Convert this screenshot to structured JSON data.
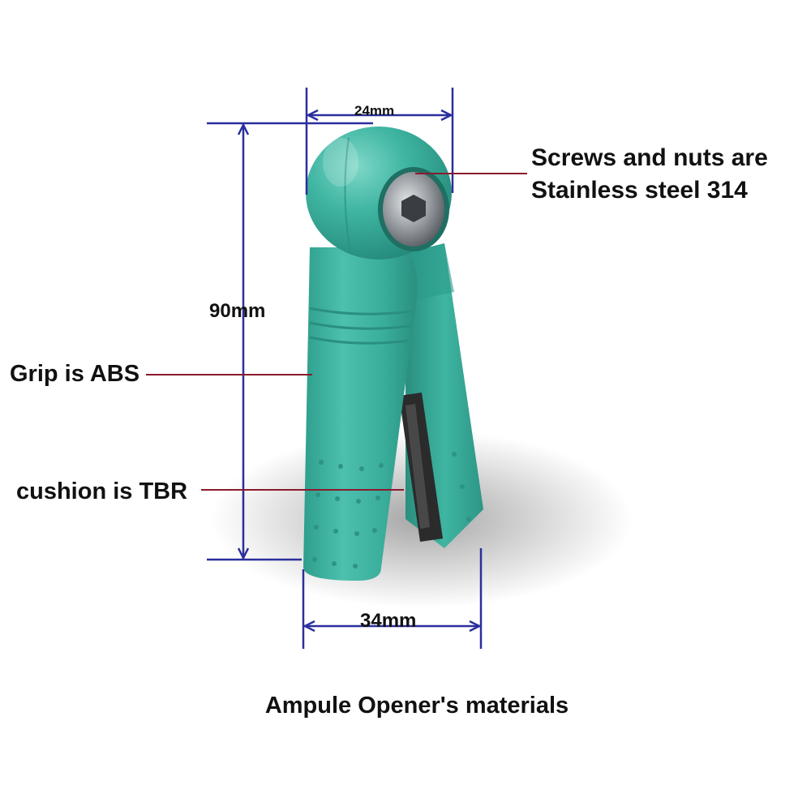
{
  "diagram": {
    "title": "Ampule Opener's materials",
    "dimensions": {
      "top_width": "24mm",
      "height": "90mm",
      "bottom_width": "34mm"
    },
    "callouts": {
      "screws_line1": "Screws and nuts are",
      "screws_line2": "Stainless steel 314",
      "grip": "Grip is ABS",
      "cushion": "cushion is TBR"
    }
  },
  "colors": {
    "body": "#3fb5a2",
    "body_dark": "#2a8f7f",
    "dimension_lines": "#2b2f9c",
    "callout_lines": "#8b1a2e",
    "metal": "#8a8f94",
    "cushion": "#2b2b2b"
  }
}
